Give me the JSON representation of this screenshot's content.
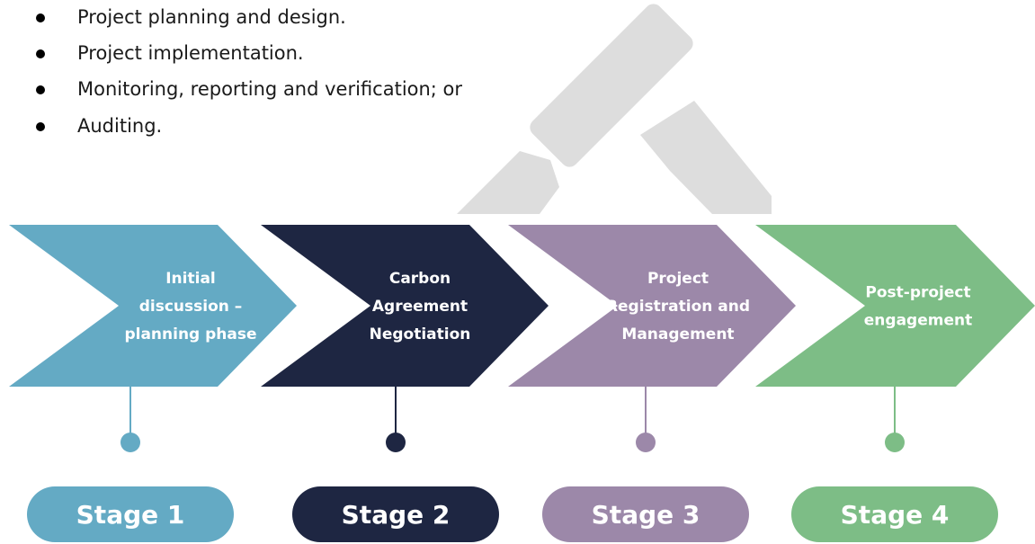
{
  "bullets": [
    "Project planning and design.",
    "Project implementation.",
    "Monitoring, reporting and verification; or",
    "Auditing."
  ],
  "colors": {
    "stage1": "#64aac4",
    "stage2": "#1e2642",
    "stage3": "#9c88a9",
    "stage4": "#7dbd86",
    "watermark": "#dddddd"
  },
  "watermark_icon": "gavel-icon",
  "stages": [
    {
      "chevron_lines": [
        "Initial",
        "discussion –",
        "planning phase"
      ],
      "label": "Stage 1",
      "color_key": "stage1"
    },
    {
      "chevron_lines": [
        "Carbon",
        "Agreement",
        "Negotiation"
      ],
      "label": "Stage 2",
      "color_key": "stage2"
    },
    {
      "chevron_lines": [
        "Project",
        "Registration and",
        "Management"
      ],
      "label": "Stage 3",
      "color_key": "stage3"
    },
    {
      "chevron_lines": [
        "Post-project",
        "engagement"
      ],
      "label": "Stage 4",
      "color_key": "stage4"
    }
  ]
}
